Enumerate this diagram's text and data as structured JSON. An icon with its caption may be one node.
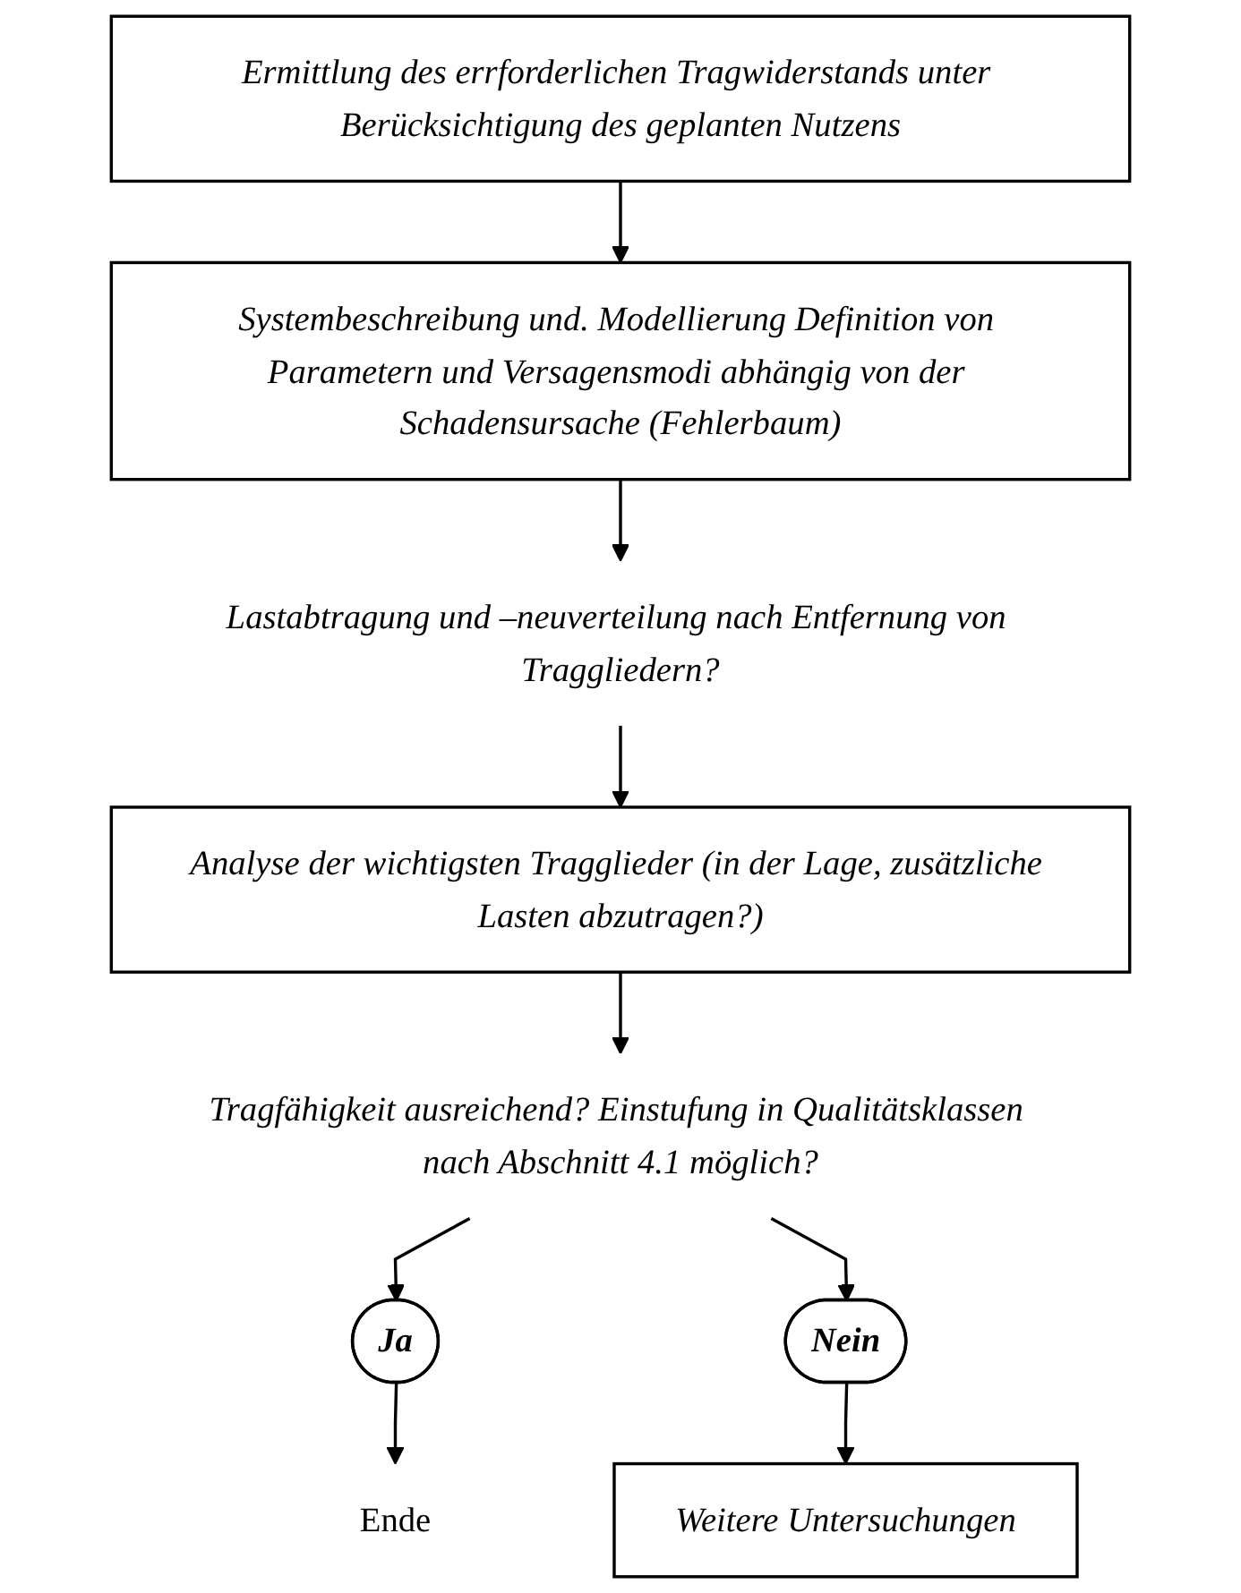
{
  "diagram": {
    "nodes": [
      {
        "text": [
          "Ermittlung des errforderlichen Tragwiderstands unter Berücksichtigung des geplanten Nutzens"
        ]
      },
      {
        "text": [
          "Systembeschreibung und. Modellierung Definition von Parametern und Versagensmodi abhängig von der Schadensursache (Fehlerbaum)"
        ]
      },
      {
        "text": [
          "Lastabtragung und –neuverteilung nach Entfernung von Traggliedern?"
        ]
      },
      {
        "text": [
          "Analyse der wichtigsten Tragglieder (in der Lage, zusätzliche Lasten abzutragen?)"
        ]
      },
      {
        "text": [
          "Tragfähigkeit ausreichend? Einstufung in Qualitätsklassen nach Abschnitt 4.1 möglich?"
        ]
      },
      {
        "text": [
          "Ja"
        ]
      },
      {
        "text": [
          "Nein"
        ]
      },
      {
        "text": [
          "Ende"
        ]
      },
      {
        "text": [
          "Weitere Untersuchungen"
        ]
      }
    ],
    "edges": [
      {
        "from": 0,
        "to": 1,
        "arrow": "to"
      },
      {
        "from": 1,
        "to": 2,
        "arrow": "to"
      },
      {
        "from": 2,
        "to": 3,
        "arrow": "to"
      },
      {
        "from": 3,
        "to": 4,
        "arrow": "to"
      },
      {
        "from": 4,
        "to": 5,
        "arrow": "to"
      },
      {
        "from": 4,
        "to": 6,
        "arrow": "to"
      },
      {
        "from": 5,
        "to": 7,
        "arrow": "to"
      },
      {
        "from": 6,
        "to": 8,
        "arrow": "to"
      }
    ]
  }
}
